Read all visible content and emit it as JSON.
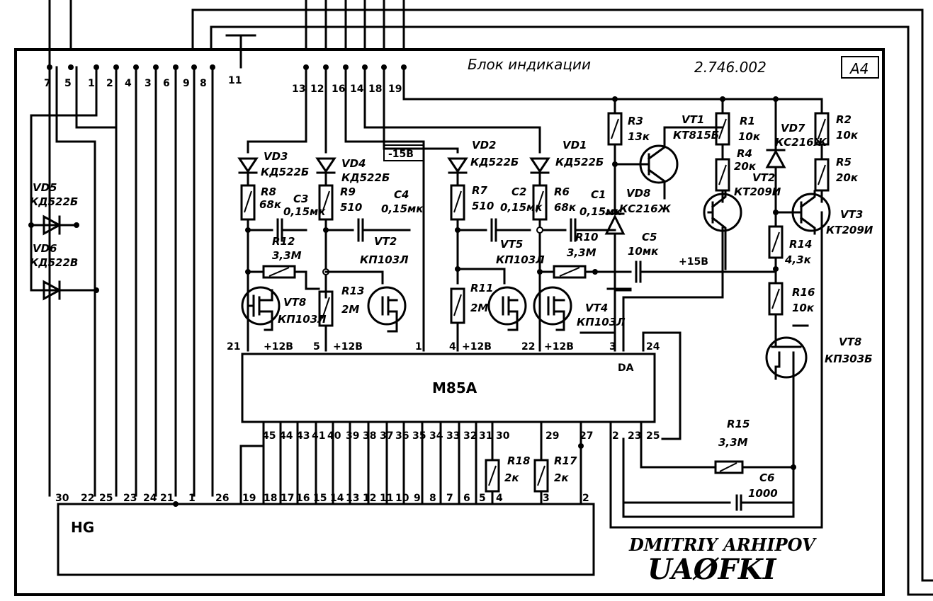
{
  "block": {
    "title": "Блок индикации",
    "doc_number": "2.746.002",
    "id": "А4"
  },
  "author": {
    "name": "DMITRIY ARHIPOV",
    "callsign": "UAØFKI"
  },
  "chips": {
    "da": {
      "ref": "DA",
      "part": "M85A"
    },
    "hg": {
      "ref": "HG"
    }
  },
  "supply": {
    "neg": "-15В",
    "pos": "+15В",
    "p12": "+12В"
  },
  "connector_pins": [
    "7",
    "5",
    "1",
    "2",
    "4",
    "3",
    "6",
    "9",
    "8",
    "11",
    "13",
    "12",
    "16",
    "14",
    "18",
    "19"
  ],
  "da_top_pins": [
    "21",
    "5",
    "1",
    "4",
    "22",
    "3",
    "24"
  ],
  "da_bottom_pins": [
    "45",
    "44",
    "43",
    "41",
    "40",
    "39",
    "38",
    "37",
    "36",
    "35",
    "34",
    "33",
    "32",
    "31",
    "30",
    "29",
    "27",
    "2",
    "23",
    "25"
  ],
  "hg_pins": [
    "30",
    "22",
    "25",
    "23",
    "24",
    "21",
    "1",
    "26",
    "19",
    "18",
    "17",
    "16",
    "15",
    "14",
    "13",
    "12",
    "11",
    "10",
    "9",
    "8",
    "7",
    "6",
    "5",
    "4",
    "3",
    "2"
  ],
  "components": {
    "vd3": {
      "ref": "VD3",
      "val": "КД522Б"
    },
    "vd4": {
      "ref": "VD4",
      "val": "КД522Б"
    },
    "vd2": {
      "ref": "VD2",
      "val": "КД522Б"
    },
    "vd1": {
      "ref": "VD1",
      "val": "КД522Б"
    },
    "vd5": {
      "ref": "VD5",
      "val": "КД522Б"
    },
    "vd6": {
      "ref": "VD6",
      "val": "КД522В"
    },
    "vd7": {
      "ref": "VD7",
      "val": "КС216Ж"
    },
    "vd8": {
      "ref": "VD8",
      "val": "КС216Ж"
    },
    "r8": {
      "ref": "R8",
      "val": "68к"
    },
    "r9": {
      "ref": "R9",
      "val": "510"
    },
    "r7": {
      "ref": "R7",
      "val": "510"
    },
    "r6": {
      "ref": "R6",
      "val": "68к"
    },
    "r3": {
      "ref": "R3",
      "val": "13к"
    },
    "r1": {
      "ref": "R1",
      "val": "10к"
    },
    "r2": {
      "ref": "R2",
      "val": "10к"
    },
    "r4": {
      "ref": "R4",
      "val": "20к"
    },
    "r5": {
      "ref": "R5",
      "val": "20к"
    },
    "r12": {
      "ref": "R12",
      "val": "3,3М"
    },
    "r13": {
      "ref": "R13",
      "val": "2М"
    },
    "r11": {
      "ref": "R11",
      "val": "2М"
    },
    "r10": {
      "ref": "R10",
      "val": "3,3М"
    },
    "r14": {
      "ref": "R14",
      "val": "4,3к"
    },
    "r16": {
      "ref": "R16",
      "val": "10к"
    },
    "r15": {
      "ref": "R15",
      "val": "3,3М"
    },
    "r18": {
      "ref": "R18",
      "val": "2к"
    },
    "r17": {
      "ref": "R17",
      "val": "2к"
    },
    "c3": {
      "ref": "C3",
      "val": "0,15мк"
    },
    "c4": {
      "ref": "C4",
      "val": "0,15мк"
    },
    "c2": {
      "ref": "C2",
      "val": "0,15мк"
    },
    "c1": {
      "ref": "C1",
      "val": "0,15мк"
    },
    "c5": {
      "ref": "C5",
      "val": "10мк"
    },
    "c6": {
      "ref": "C6",
      "val": "1000"
    },
    "vt1": {
      "ref": "VT1",
      "val": "КТ815Б"
    },
    "vt2a": {
      "ref": "VT2",
      "val": "КП103Л"
    },
    "vt2b": {
      "ref": "VT2",
      "val": "КТ209И"
    },
    "vt3": {
      "ref": "VT3",
      "val": "КТ209И"
    },
    "vt4": {
      "ref": "VT4",
      "val": "КП103Л"
    },
    "vt5": {
      "ref": "VT5",
      "val": "КП103Л"
    },
    "vt6": {
      "ref": "VT8",
      "val": "КП103Л"
    },
    "vt8": {
      "ref": "VT8",
      "val": "КП303Б"
    }
  }
}
